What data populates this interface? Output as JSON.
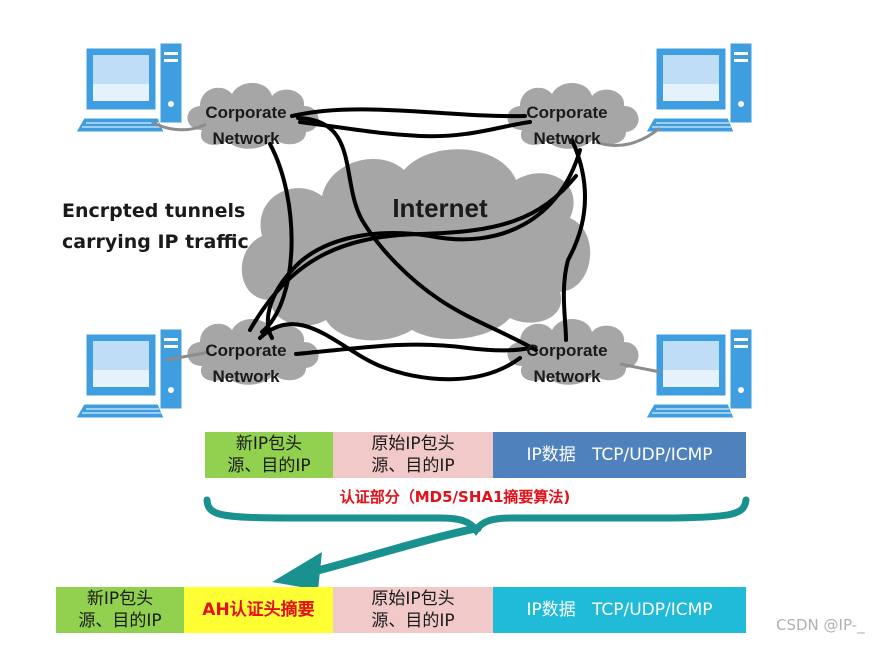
{
  "internet_label": "Internet",
  "network_node_line1": "Corporate",
  "network_node_line2": "Network",
  "tunnel_label": {
    "line1": "Encrpted tunnels",
    "line2": "carrying IP traffic"
  },
  "packet_top": {
    "new_ip_header": {
      "line1": "新IP包头",
      "line2": "源、目的IP"
    },
    "orig_ip_header": {
      "line1": "原始IP包头",
      "line2": "源、目的IP"
    },
    "ip_data": "IP数据   TCP/UDP/ICMP"
  },
  "auth_label": "认证部分（MD5/SHA1摘要算法)",
  "packet_bottom": {
    "new_ip_header": {
      "line1": "新IP包头",
      "line2": "源、目的IP"
    },
    "ah_header": "AH认证头摘要",
    "orig_ip_header": {
      "line1": "原始IP包头",
      "line2": "源、目的IP"
    },
    "ip_data": "IP数据   TCP/UDP/ICMP"
  },
  "watermark": "CSDN @IP-_",
  "colors": {
    "cloud_gray": "#a6a6a6",
    "computer_blue": "#3f9ee0",
    "green_cell": "#92d050",
    "pink_cell": "#f1c9c9",
    "blue_cell": "#4f81bd",
    "cyan_cell": "#1fbbd8",
    "yellow_cell": "#ffff33",
    "arrow_teal": "#18918f",
    "auth_red": "#e3101a"
  },
  "icons": [
    "computer-icon",
    "network-cloud-icon",
    "internet-cloud-icon",
    "curved-arrow-icon"
  ]
}
